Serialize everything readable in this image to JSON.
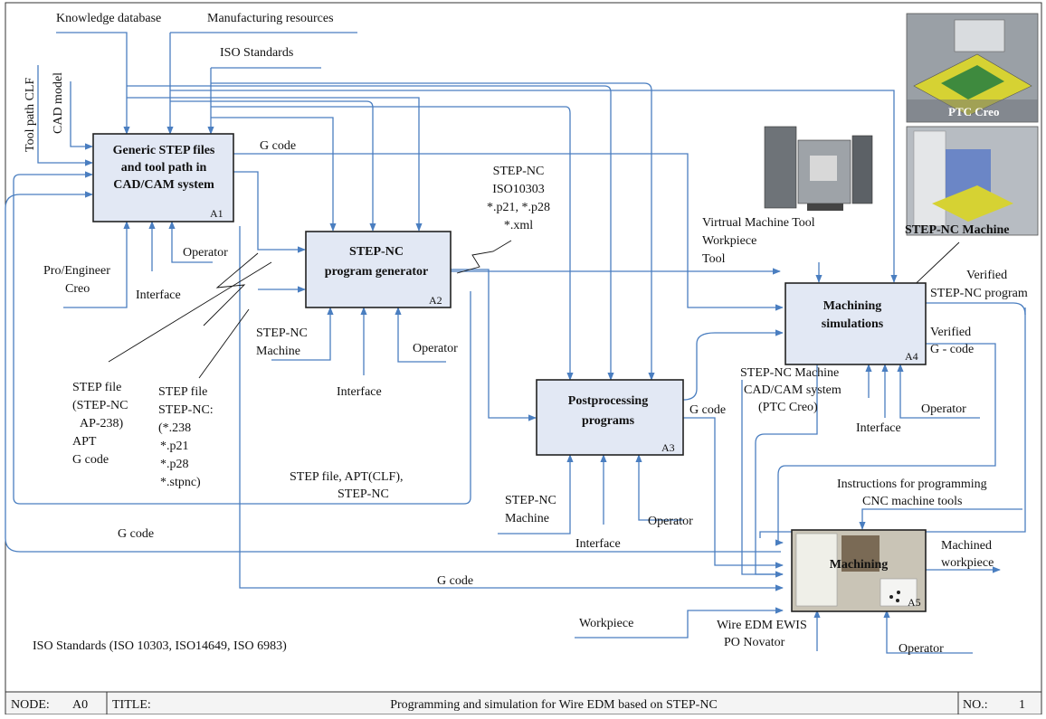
{
  "diagram": {
    "boxes": [
      {
        "id": "A1",
        "lines": [
          "Generic STEP files",
          "and tool path in",
          "CAD/CAM system"
        ]
      },
      {
        "id": "A2",
        "lines": [
          "STEP-NC",
          "program generator"
        ]
      },
      {
        "id": "A3",
        "lines": [
          "Postprocessing",
          "programs"
        ]
      },
      {
        "id": "A4",
        "lines": [
          "Machining",
          "simulations"
        ]
      },
      {
        "id": "A5",
        "lines": [
          "Machining"
        ]
      }
    ],
    "labels": {
      "knowledge_database": "Knowledge database",
      "manufacturing_resources": "Manufacturing resources",
      "iso_standards": "ISO Standards",
      "tool_path_clf": "Tool path CLF",
      "cad_model": "CAD model",
      "g_code_a1": "G code",
      "operator_a1": "Operator",
      "pro_engineer": "Pro/Engineer",
      "creo": "Creo",
      "interface_a1": "Interface",
      "stepnc_out": [
        "STEP-NC",
        "ISO10303",
        "*.p21, *.p28",
        "*.xml"
      ],
      "stepnc_machine_a2": [
        "STEP-NC",
        "Machine"
      ],
      "operator_a2": "Operator",
      "interface_a2": "Interface",
      "step_file_1": [
        "STEP file",
        "(STEP-NC",
        "AP-238)",
        "APT",
        "G code"
      ],
      "step_file_2": [
        "STEP file",
        "STEP-NC:",
        "(*.238",
        "*.p21",
        "*.p28",
        "*.stpnc)"
      ],
      "step_file_apt": [
        "STEP file, APT(CLF),",
        "STEP-NC"
      ],
      "virtual_machine": [
        "Virtrual Machine Tool",
        "Workpiece",
        "Tool"
      ],
      "verified_stepnc": [
        "Verified",
        "STEP-NC program"
      ],
      "verified_gcode": [
        "Verified",
        "G - code"
      ],
      "a4_controls": [
        "STEP-NC Machine",
        "CAD/CAM system",
        "(PTC Creo)"
      ],
      "interface_a4": "Interface",
      "operator_a4": "Operator",
      "g_code_a3": "G code",
      "stepnc_machine_a3": [
        "STEP-NC",
        "Machine"
      ],
      "interface_a3": "Interface",
      "operator_a3": "Operator",
      "instructions": [
        "Instructions for programming",
        "CNC machine tools"
      ],
      "machined_workpiece": [
        "Machined",
        "workpiece"
      ],
      "g_code_left": "G code",
      "g_code_bottom": "G code",
      "workpiece": "Workpiece",
      "wire_edm": [
        "Wire EDM EWIS",
        "PO Novator"
      ],
      "operator_a5": "Operator",
      "iso_standards_note": "ISO Standards (ISO 10303, ISO14649, ISO 6983)",
      "ptc_creo": "PTC Creo",
      "stepnc_machine_pic": "STEP-NC Machine"
    }
  },
  "footer": {
    "node_label": "NODE:",
    "node_value": "A0",
    "title_label": "TITLE:",
    "title_value": "Programming and simulation for Wire EDM based on STEP-NC",
    "no_label": "NO.:",
    "no_value": "1"
  }
}
